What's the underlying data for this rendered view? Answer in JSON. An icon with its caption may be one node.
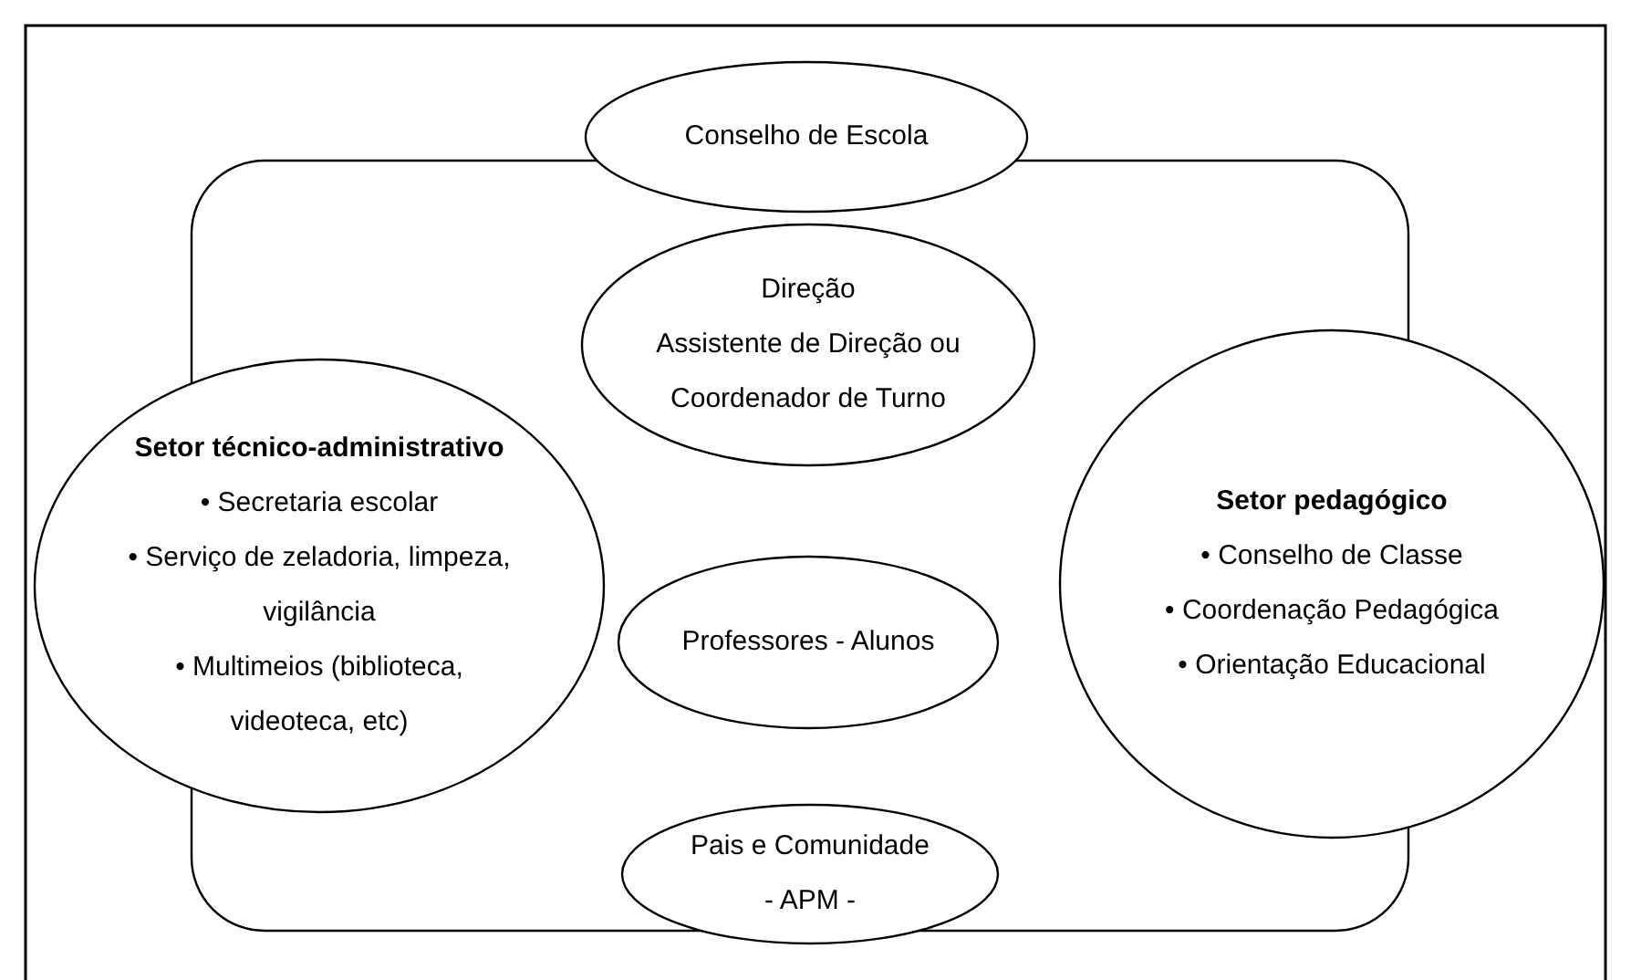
{
  "diagram": {
    "nodes": [
      {
        "text": [
          "Conselho de Escola"
        ]
      },
      {
        "text": [
          "Direção",
          "Assistente de Direção ou Coordenador de Turno"
        ]
      },
      {
        "text": [
          "Setor técnico-administrativo",
          "• Secretaria escolar",
          "• Serviço de zeladoria, limpeza, vigilância",
          "• Multimeios (biblioteca, videoteca, etc)"
        ]
      },
      {
        "text": [
          "Setor pedagógico",
          "• Conselho de Classe",
          "• Coordenação Pedagógica",
          "• Orientação Educacional"
        ]
      },
      {
        "text": [
          "Professores - Alunos"
        ]
      },
      {
        "text": [
          "Pais e Comunidade",
          "- APM -"
        ]
      }
    ]
  }
}
